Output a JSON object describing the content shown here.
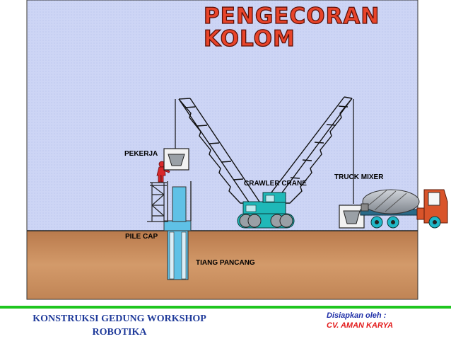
{
  "title": {
    "line1": "PENGECORAN",
    "line2": "KOLOM"
  },
  "labels": {
    "pekerja": "PEKERJA",
    "crawler_crane": "CRAWLER CRANE",
    "truck_mixer": "TRUCK MIXER",
    "pile_cap": "PILE CAP",
    "tiang_pancang": "TIANG PANCANG"
  },
  "footer": {
    "left_line1": "KONSTRUKSI GEDUNG WORKSHOP",
    "left_line2": "ROBOTIKA",
    "prepared_by": "Disiapkan oleh :",
    "company": "CV. AMAN KARYA"
  },
  "colors": {
    "sky": "#cdd5f5",
    "ground": "#c98a5a",
    "crane_body": "#1fb8b8",
    "truck_cab": "#d9542a",
    "mixer_drum": "#a9aeb6",
    "green_bar": "#1fc61f",
    "title_fill": "#e8442a",
    "company_text": "#e21b1b",
    "prepared_text": "#1f2fa8",
    "footer_left_text": "#1f3a9a"
  }
}
